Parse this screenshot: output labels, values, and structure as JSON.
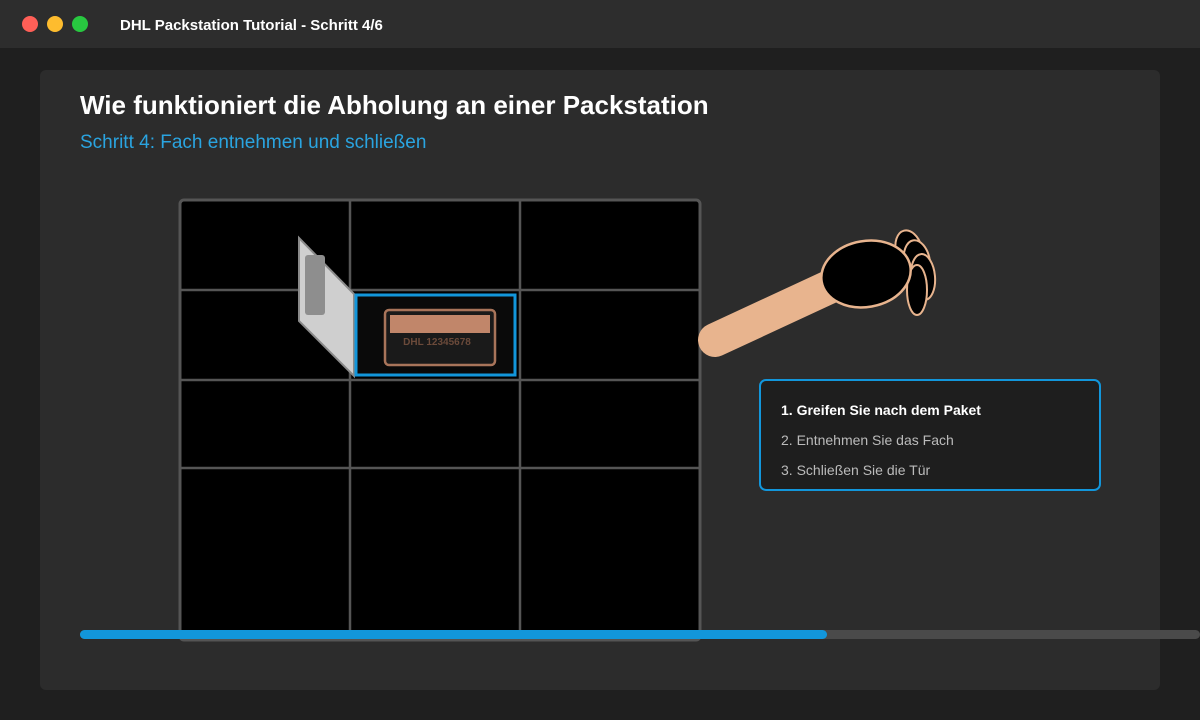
{
  "window": {
    "title": "DHL Packstation Tutorial - Schritt 4/6"
  },
  "header": {
    "title": "Wie funktioniert die Abholung an einer Packstation",
    "subtitle": "Schritt 4: Fach entnehmen und schließen"
  },
  "illustration": {
    "parcel_label": "DHL 12345678",
    "grid_rows": 4,
    "grid_cols": 3,
    "open_compartment": {
      "row": 2,
      "col": 2
    }
  },
  "steps": [
    {
      "label": "1. Greifen Sie nach dem Paket",
      "active": true
    },
    {
      "label": "2. Entnehmen Sie das Fach",
      "active": false
    },
    {
      "label": "3. Schließen Sie die Tür",
      "active": false
    }
  ],
  "progress": {
    "fraction": 0.667
  },
  "colors": {
    "accent": "#1296db",
    "subtitle": "#2aa4e0",
    "parcel": "#c1866a",
    "hand": "#e8b48e"
  }
}
